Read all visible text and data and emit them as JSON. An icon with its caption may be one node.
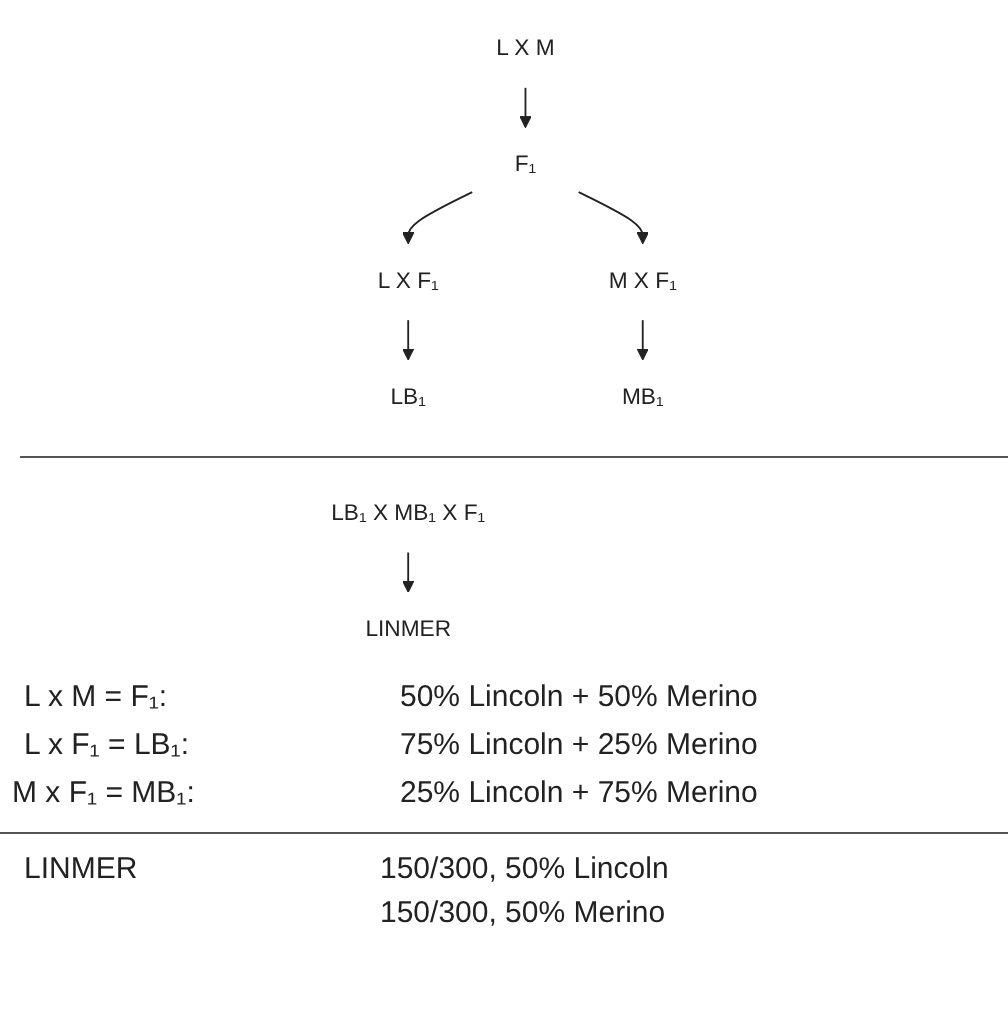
{
  "diagram": {
    "nodes": [
      {
        "text": [
          "L X M"
        ]
      },
      {
        "text": [
          "F₁"
        ]
      },
      {
        "text": [
          "L X F₁"
        ]
      },
      {
        "text": [
          "M X F₁"
        ]
      },
      {
        "text": [
          "LB₁"
        ]
      },
      {
        "text": [
          "MB₁"
        ]
      },
      {
        "text": [
          "LB₁ X MB₁ X F₁"
        ]
      },
      {
        "text": [
          "LINMER"
        ]
      }
    ],
    "edges": [
      {
        "from": 0,
        "to": 1,
        "arrow": "to"
      },
      {
        "from": 1,
        "to": 2,
        "arrow": "to"
      },
      {
        "from": 1,
        "to": 3,
        "arrow": "to"
      },
      {
        "from": 2,
        "to": 4,
        "arrow": "to"
      },
      {
        "from": 3,
        "to": 5,
        "arrow": "to"
      },
      {
        "from": 6,
        "to": 7,
        "arrow": "to"
      }
    ],
    "labels": [
      "L x M = F₁:",
      "50% Lincoln + 50% Merino",
      "L x F₁ = LB₁:",
      "75% Lincoln + 25% Merino",
      "M x F₁ = MB₁:",
      "25% Lincoln + 75% Merino",
      "LINMER",
      "150/300, 50% Lincoln",
      "150/300, 50% Merino"
    ]
  }
}
